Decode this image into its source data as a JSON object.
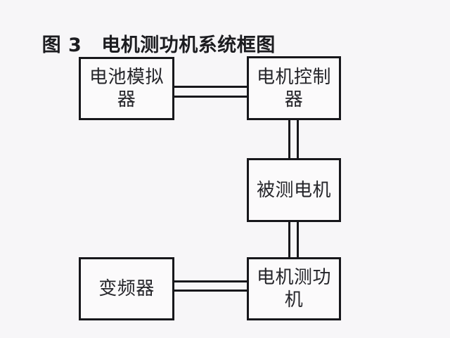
{
  "figure": {
    "caption_label": "图 3",
    "caption_title": "电机测功机系统框图",
    "background_color": "#f7f6f8",
    "line_color": "#17171b",
    "box_fill_color": "#fbfafb",
    "text_color": "#25252a"
  },
  "diagram": {
    "type": "block-diagram",
    "nodes": [
      {
        "id": "battery-simulator",
        "label": "电池模拟器",
        "row": "top",
        "column": "left"
      },
      {
        "id": "motor-controller",
        "label": "电机控制器",
        "row": "top",
        "column": "right"
      },
      {
        "id": "tested-motor",
        "label": "被测电机",
        "row": "middle",
        "column": "right"
      },
      {
        "id": "inverter",
        "label": "变频器",
        "row": "bottom",
        "column": "left"
      },
      {
        "id": "dynamometer",
        "label": "电机测功机",
        "row": "bottom",
        "column": "right"
      }
    ],
    "connections": [
      {
        "id": "bs-mc",
        "from": "battery-simulator",
        "to": "motor-controller",
        "orientation": "horizontal",
        "style": "double-line"
      },
      {
        "id": "mc-tm",
        "from": "motor-controller",
        "to": "tested-motor",
        "orientation": "vertical",
        "style": "double-line"
      },
      {
        "id": "tm-dy",
        "from": "tested-motor",
        "to": "dynamometer",
        "orientation": "vertical",
        "style": "double-line"
      },
      {
        "id": "inv-dy",
        "from": "inverter",
        "to": "dynamometer",
        "orientation": "horizontal",
        "style": "double-line"
      }
    ]
  }
}
